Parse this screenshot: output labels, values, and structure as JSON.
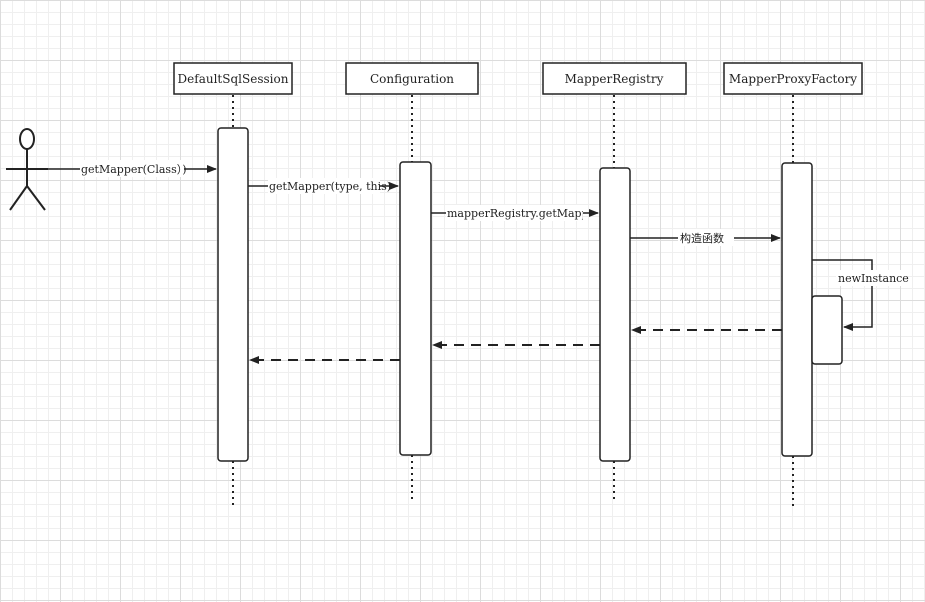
{
  "participants": [
    {
      "id": "session",
      "label": "DefaultSqlSession"
    },
    {
      "id": "config",
      "label": "Configuration"
    },
    {
      "id": "registry",
      "label": "MapperRegistry"
    },
    {
      "id": "factory",
      "label": "MapperProxyFactory"
    }
  ],
  "actor": {
    "name": ""
  },
  "messages": [
    {
      "id": "m1",
      "label": "getMapper(Class）)"
    },
    {
      "id": "m2",
      "label": "getMapper(type, this)"
    },
    {
      "id": "m3",
      "label": "mapperRegistry.getMapper"
    },
    {
      "id": "m4",
      "label": "构造函数"
    },
    {
      "id": "m5",
      "label": "newInstance"
    }
  ],
  "colors": {
    "line": "#222222",
    "box_fill": "#ffffff",
    "grid": "#dcdcdc"
  }
}
